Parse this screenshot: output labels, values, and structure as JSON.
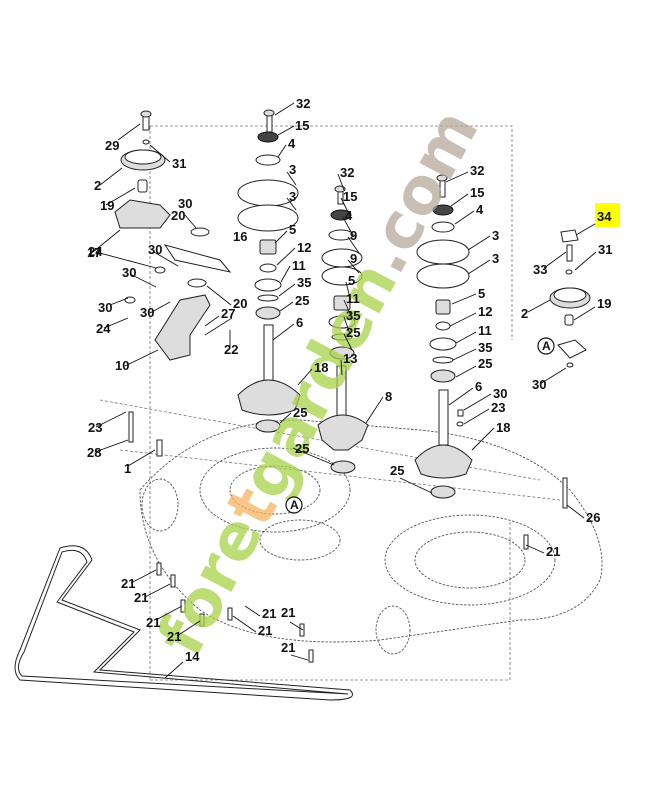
{
  "diagram": {
    "type": "exploded-parts-diagram",
    "subject": "mower deck spindle and pulley assembly",
    "highlighted_callout": "34",
    "highlight_color": "#ffff00",
    "watermark": {
      "text_parts": [
        {
          "text": "fore",
          "color": "#a8d24a"
        },
        {
          "text": "t",
          "color": "#f5b461"
        },
        {
          "text": "garden",
          "color": "#a8d24a"
        },
        {
          "text": ".com",
          "color": "#b6a99c"
        }
      ]
    },
    "reference_marker": "A",
    "callouts": [
      {
        "id": "c32a",
        "label": "32"
      },
      {
        "id": "c15a",
        "label": "15"
      },
      {
        "id": "c4a",
        "label": "4"
      },
      {
        "id": "c3a",
        "label": "3"
      },
      {
        "id": "c3b",
        "label": "3"
      },
      {
        "id": "c16",
        "label": "16"
      },
      {
        "id": "c5a",
        "label": "5"
      },
      {
        "id": "c12a",
        "label": "12"
      },
      {
        "id": "c11a",
        "label": "11"
      },
      {
        "id": "c35a",
        "label": "35"
      },
      {
        "id": "c25a",
        "label": "25"
      },
      {
        "id": "c6a",
        "label": "6"
      },
      {
        "id": "c18a",
        "label": "18"
      },
      {
        "id": "c25b",
        "label": "25"
      },
      {
        "id": "c29",
        "label": "29"
      },
      {
        "id": "c31a",
        "label": "31"
      },
      {
        "id": "c2a",
        "label": "2"
      },
      {
        "id": "c19a",
        "label": "19"
      },
      {
        "id": "c17",
        "label": "17"
      },
      {
        "id": "c30a",
        "label": "30"
      },
      {
        "id": "c20a",
        "label": "20"
      },
      {
        "id": "c24a",
        "label": "24"
      },
      {
        "id": "c30b",
        "label": "30"
      },
      {
        "id": "c30c",
        "label": "30"
      },
      {
        "id": "c30d",
        "label": "30"
      },
      {
        "id": "c24b",
        "label": "24"
      },
      {
        "id": "c30e",
        "label": "30"
      },
      {
        "id": "c20b",
        "label": "20"
      },
      {
        "id": "c27",
        "label": "27"
      },
      {
        "id": "c22",
        "label": "22"
      },
      {
        "id": "c10",
        "label": "10"
      },
      {
        "id": "c32b",
        "label": "32"
      },
      {
        "id": "c15b",
        "label": "15"
      },
      {
        "id": "c4b",
        "label": "4"
      },
      {
        "id": "c9a",
        "label": "9"
      },
      {
        "id": "c9b",
        "label": "9"
      },
      {
        "id": "c5b",
        "label": "5"
      },
      {
        "id": "c11b",
        "label": "11"
      },
      {
        "id": "c35b",
        "label": "35"
      },
      {
        "id": "c25c",
        "label": "25"
      },
      {
        "id": "c13",
        "label": "13"
      },
      {
        "id": "c8",
        "label": "8"
      },
      {
        "id": "c25d",
        "label": "25"
      },
      {
        "id": "c32c",
        "label": "32"
      },
      {
        "id": "c15c",
        "label": "15"
      },
      {
        "id": "c4c",
        "label": "4"
      },
      {
        "id": "c3c",
        "label": "3"
      },
      {
        "id": "c3d",
        "label": "3"
      },
      {
        "id": "c5c",
        "label": "5"
      },
      {
        "id": "c12b",
        "label": "12"
      },
      {
        "id": "c11c",
        "label": "11"
      },
      {
        "id": "c35c",
        "label": "35"
      },
      {
        "id": "c25e",
        "label": "25"
      },
      {
        "id": "c6b",
        "label": "6"
      },
      {
        "id": "c30f",
        "label": "30"
      },
      {
        "id": "c23a",
        "label": "23"
      },
      {
        "id": "c18b",
        "label": "18"
      },
      {
        "id": "c25f",
        "label": "25"
      },
      {
        "id": "c34",
        "label": "34"
      },
      {
        "id": "c33",
        "label": "33"
      },
      {
        "id": "c31b",
        "label": "31"
      },
      {
        "id": "c2b",
        "label": "2"
      },
      {
        "id": "c19b",
        "label": "19"
      },
      {
        "id": "c30g",
        "label": "30"
      },
      {
        "id": "c23b",
        "label": "23"
      },
      {
        "id": "c28",
        "label": "28"
      },
      {
        "id": "c1",
        "label": "1"
      },
      {
        "id": "c26",
        "label": "26"
      },
      {
        "id": "c21a",
        "label": "21"
      },
      {
        "id": "c21b",
        "label": "21"
      },
      {
        "id": "c21c",
        "label": "21"
      },
      {
        "id": "c21d",
        "label": "21"
      },
      {
        "id": "c21e",
        "label": "21"
      },
      {
        "id": "c21f",
        "label": "21"
      },
      {
        "id": "c21g",
        "label": "21"
      },
      {
        "id": "c21h",
        "label": "21"
      },
      {
        "id": "c21i",
        "label": "21"
      },
      {
        "id": "c14",
        "label": "14"
      }
    ]
  }
}
